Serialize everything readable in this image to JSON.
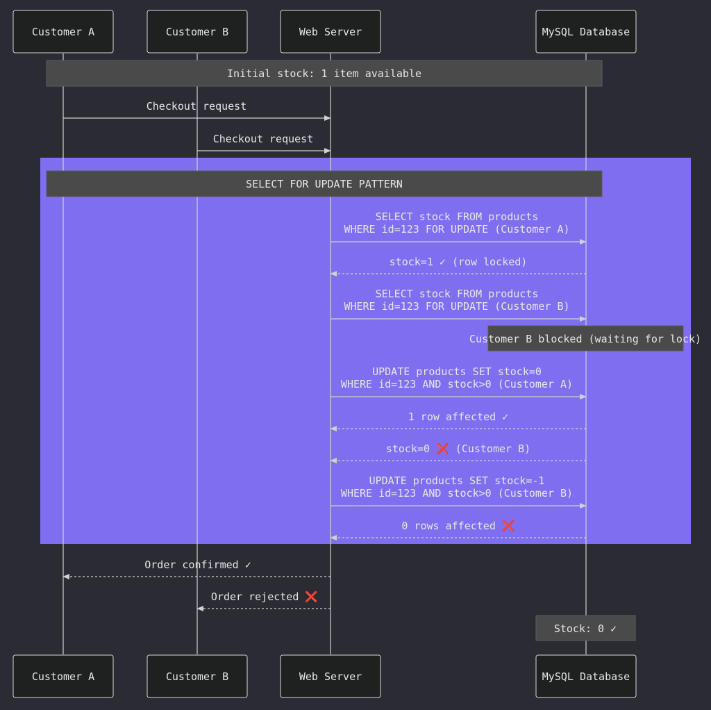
{
  "colors": {
    "background": "#2a2b33",
    "region_fill": "#7f6ff0",
    "actor_fill": "#1f2020",
    "note_fill": "#4a4a4a",
    "line": "#d0d0d0",
    "cross": "#e03030"
  },
  "actors": [
    {
      "id": "customer_a",
      "label": "Customer A"
    },
    {
      "id": "customer_b",
      "label": "Customer B"
    },
    {
      "id": "web_server",
      "label": "Web Server"
    },
    {
      "id": "mysql_db",
      "label": "MySQL Database"
    }
  ],
  "notes": [
    {
      "text": "Initial stock: 1 item available"
    },
    {
      "text": "SELECT FOR UPDATE PATTERN"
    },
    {
      "text": "Customer B blocked (waiting for lock)"
    },
    {
      "text": "Stock: 0 ✓"
    }
  ],
  "messages": [
    {
      "from": "customer_a",
      "to": "web_server",
      "style": "solid",
      "lines": [
        "Checkout request"
      ]
    },
    {
      "from": "customer_b",
      "to": "web_server",
      "style": "solid",
      "lines": [
        "Checkout request"
      ]
    },
    {
      "from": "web_server",
      "to": "mysql_db",
      "style": "solid",
      "lines": [
        "SELECT stock FROM products",
        "WHERE id=123 FOR UPDATE (Customer A)"
      ]
    },
    {
      "from": "mysql_db",
      "to": "web_server",
      "style": "dashed",
      "lines": [
        "stock=1 ✓ (row locked)"
      ]
    },
    {
      "from": "web_server",
      "to": "mysql_db",
      "style": "solid",
      "lines": [
        "SELECT stock FROM products",
        "WHERE id=123 FOR UPDATE (Customer B)"
      ]
    },
    {
      "from": "web_server",
      "to": "mysql_db",
      "style": "solid",
      "lines": [
        "UPDATE products SET stock=0",
        "WHERE id=123 AND stock>0 (Customer A)"
      ]
    },
    {
      "from": "mysql_db",
      "to": "web_server",
      "style": "dashed",
      "lines": [
        "1 row affected ✓"
      ]
    },
    {
      "from": "mysql_db",
      "to": "web_server",
      "style": "dashed",
      "lines": [
        "stock=0 ❌ (Customer B)"
      ]
    },
    {
      "from": "web_server",
      "to": "mysql_db",
      "style": "solid",
      "lines": [
        "UPDATE products SET stock=-1",
        "WHERE id=123 AND stock>0 (Customer B)"
      ]
    },
    {
      "from": "mysql_db",
      "to": "web_server",
      "style": "dashed",
      "lines": [
        "0 rows affected ❌"
      ]
    },
    {
      "from": "web_server",
      "to": "customer_a",
      "style": "dashed",
      "lines": [
        "Order confirmed ✓"
      ]
    },
    {
      "from": "web_server",
      "to": "customer_b",
      "style": "dashed",
      "lines": [
        "Order rejected ❌"
      ]
    }
  ]
}
